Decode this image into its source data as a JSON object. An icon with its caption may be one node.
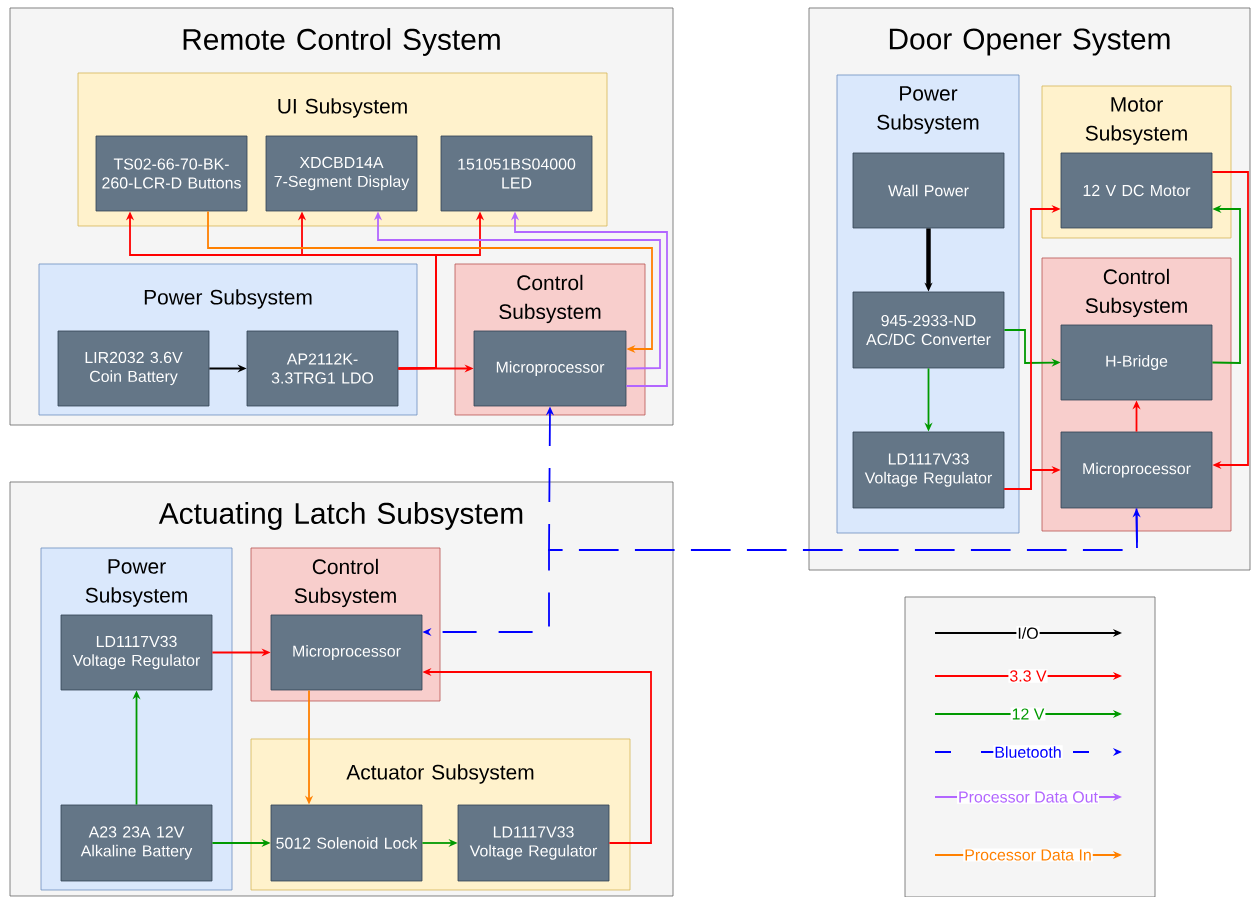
{
  "diagram": {
    "nodes": [
      {
        "text": [
          "Remote Control System"
        ]
      },
      {
        "text": [
          "UI Subsystem"
        ],
        "in": 0
      },
      {
        "text": [
          "TS02-66-70-BK-260-LCR-D Buttons"
        ],
        "in": 1
      },
      {
        "text": [
          "XDCBD14A 7-Segment Display"
        ],
        "in": 1
      },
      {
        "text": [
          "151051BS04000 LED"
        ],
        "in": 1
      },
      {
        "text": [
          "Power Subsystem"
        ],
        "in": 0
      },
      {
        "text": [
          "LIR2032 3.6V Coin Battery"
        ],
        "in": 5
      },
      {
        "text": [
          "AP2112K-3.3TRG1 LDO"
        ],
        "in": 5
      },
      {
        "text": [
          "Control Subsystem"
        ],
        "in": 0
      },
      {
        "text": [
          "Microprocessor"
        ],
        "in": 8
      },
      {
        "text": [
          "Door Opener System"
        ]
      },
      {
        "text": [
          "Power Subsystem"
        ],
        "in": 10
      },
      {
        "text": [
          "Wall Power"
        ],
        "in": 11
      },
      {
        "text": [
          "945-2933-ND AC/DC Converter"
        ],
        "in": 11
      },
      {
        "text": [
          "LD1117V33 Voltage Regulator"
        ],
        "in": 11
      },
      {
        "text": [
          "Motor Subsystem"
        ],
        "in": 10
      },
      {
        "text": [
          "12 V DC Motor"
        ],
        "in": 15
      },
      {
        "text": [
          "Control Subsystem"
        ],
        "in": 10
      },
      {
        "text": [
          "H-Bridge"
        ],
        "in": 17
      },
      {
        "text": [
          "Microprocessor"
        ],
        "in": 17
      },
      {
        "text": [
          "Actuating Latch Subsystem"
        ]
      },
      {
        "text": [
          "Power Subsystem"
        ],
        "in": 20
      },
      {
        "text": [
          "LD1117V33 Voltage Regulator"
        ],
        "in": 21
      },
      {
        "text": [
          "A23 23A 12V Alkaline Battery"
        ],
        "in": 21
      },
      {
        "text": [
          "Control Subsystem"
        ],
        "in": 20
      },
      {
        "text": [
          "Microprocessor"
        ],
        "in": 24
      },
      {
        "text": [
          "Actuator Subsystem"
        ],
        "in": 20
      },
      {
        "text": [
          "5012 Solenoid Lock"
        ],
        "in": 26
      },
      {
        "text": [
          "LD1117V33 Voltage Regulator"
        ],
        "in": 26
      }
    ],
    "edges": [
      {
        "from": 6,
        "to": 7,
        "arrow": "to",
        "color": "#000000"
      },
      {
        "from": 7,
        "to": 9,
        "arrow": "to"
      },
      {
        "from": 7,
        "to": 2,
        "arrow": "to"
      },
      {
        "from": 7,
        "to": 3,
        "arrow": "to"
      },
      {
        "from": 7,
        "to": 4,
        "arrow": "to"
      },
      {
        "from": 2,
        "to": 9,
        "arrow": "to",
        "color": "#ff8000"
      },
      {
        "from": 9,
        "to": 3,
        "arrow": "to",
        "color": "#b266ff"
      },
      {
        "from": 9,
        "to": 4,
        "arrow": "to",
        "color": "#b266ff"
      },
      {
        "from": 9,
        "to": 19,
        "arrow": "both",
        "style": "dashed",
        "color": "#0000ff"
      },
      {
        "from": 19,
        "to": 25,
        "arrow": "to",
        "style": "dashed",
        "color": "#0000ff"
      },
      {
        "from": 12,
        "to": 13,
        "arrow": "to",
        "style": "thick",
        "color": "#000000"
      },
      {
        "from": 13,
        "to": 14,
        "arrow": "to",
        "color": "#009900"
      },
      {
        "from": 13,
        "to": 18,
        "arrow": "to",
        "color": "#009900"
      },
      {
        "from": 18,
        "to": 16,
        "arrow": "to",
        "color": "#009900"
      },
      {
        "from": 14,
        "to": 16,
        "arrow": "to"
      },
      {
        "from": 14,
        "to": 19,
        "arrow": "to"
      },
      {
        "from": 19,
        "to": 18,
        "arrow": "to"
      },
      {
        "from": 16,
        "to": 19,
        "arrow": "to"
      },
      {
        "from": 22,
        "to": 25,
        "arrow": "to"
      },
      {
        "from": 23,
        "to": 22,
        "arrow": "to",
        "color": "#009900"
      },
      {
        "from": 23,
        "to": 27,
        "arrow": "to",
        "color": "#009900"
      },
      {
        "from": 27,
        "to": 28,
        "arrow": "to",
        "color": "#009900"
      },
      {
        "from": 28,
        "to": 25,
        "arrow": "to"
      },
      {
        "from": 25,
        "to": 27,
        "arrow": "to",
        "color": "#ff8000"
      }
    ],
    "legend": [
      {
        "text": "I/O"
      },
      {
        "text": "3.3 V"
      },
      {
        "text": "12 V"
      },
      {
        "text": "Bluetooth"
      },
      {
        "text": "Processor Data Out"
      },
      {
        "text": "Processor Data In"
      }
    ]
  }
}
